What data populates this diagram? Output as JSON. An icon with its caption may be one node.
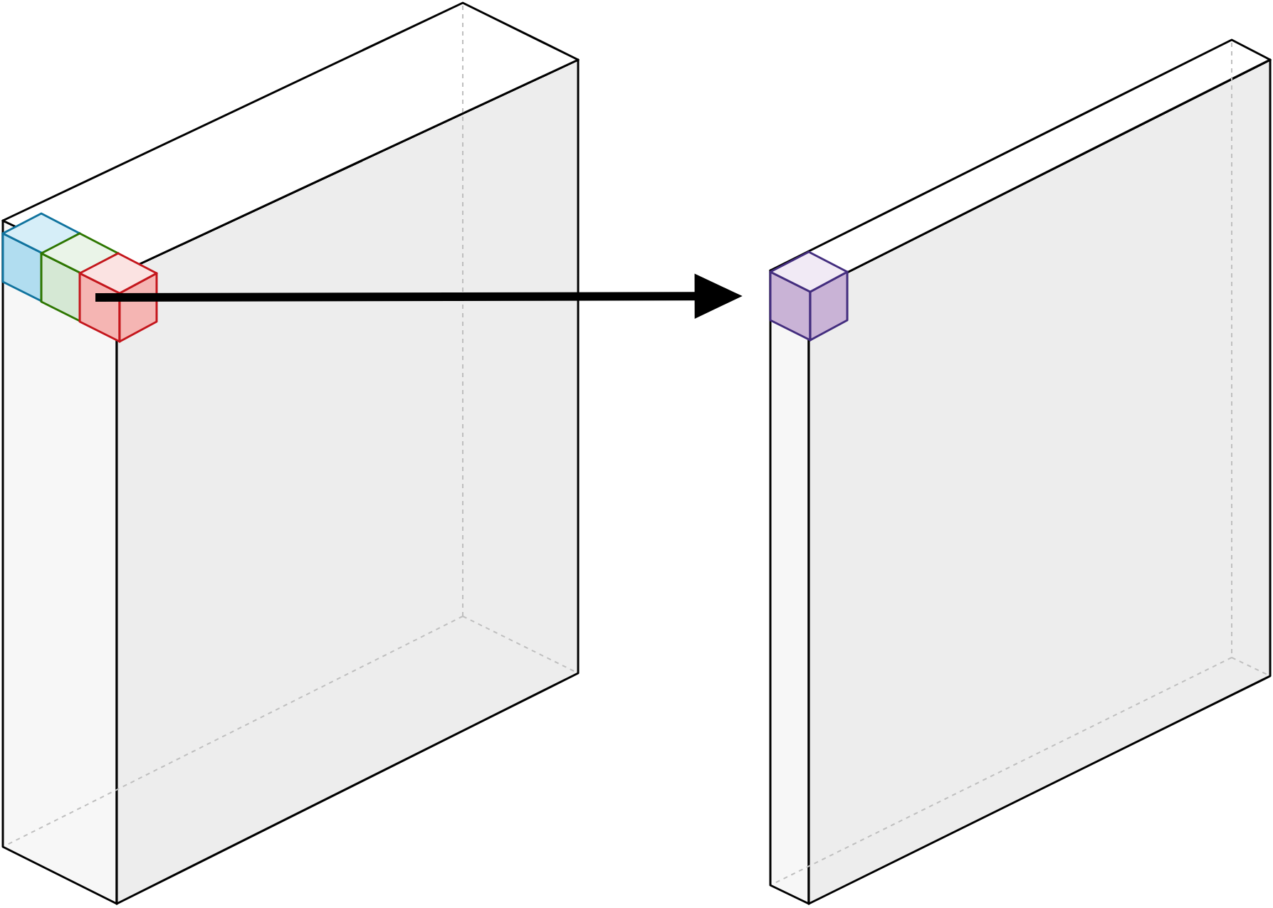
{
  "diagram": {
    "nodes": [
      {
        "text": [],
        "shape": "cube"
      },
      {
        "text": [],
        "shape": "cube"
      }
    ],
    "edges": [
      {
        "from": 0,
        "to": 1,
        "arrow": "to"
      }
    ]
  }
}
